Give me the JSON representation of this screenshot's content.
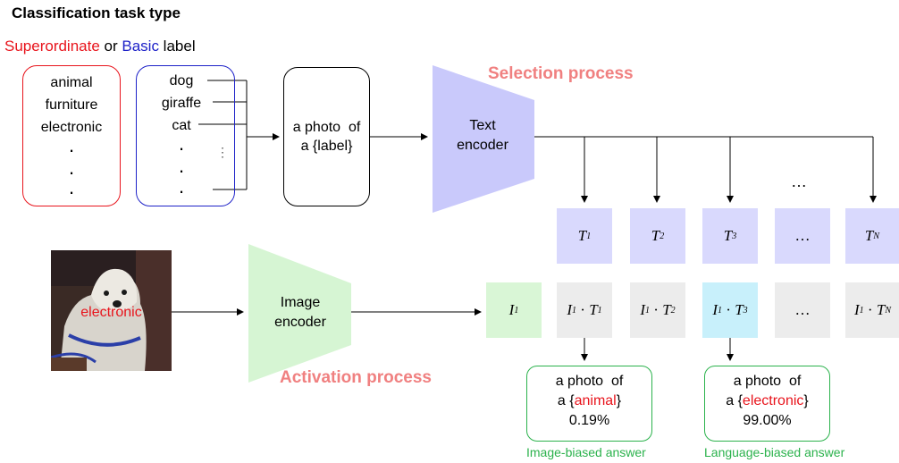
{
  "header": {
    "title": "Classification task type",
    "sub_part1": "Superordinate",
    "sub_or": " or ",
    "sub_part2": "Basic",
    "sub_part3": " label"
  },
  "superordinate_labels": [
    "animal",
    "furniture",
    "electronic"
  ],
  "basic_labels": [
    "dog",
    "giraffe",
    "cat"
  ],
  "ellipsis_dot": "·",
  "vertical_ellipsis": "⋮",
  "prompt": {
    "line1": "a photo  of",
    "line2": "a {label}"
  },
  "processes": {
    "selection": "Selection process",
    "activation": "Activation process"
  },
  "text_encoder": {
    "line1": "Text",
    "line2": "encoder"
  },
  "image_encoder": {
    "line1": "Image",
    "line2": "encoder"
  },
  "image_overlay_label": "electronic",
  "dots": "…",
  "text_tokens": [
    {
      "base": "T",
      "sub": "1"
    },
    {
      "base": "T",
      "sub": "2"
    },
    {
      "base": "T",
      "sub": "3"
    },
    {
      "base": "…",
      "sub": ""
    },
    {
      "base": "T",
      "sub": "N"
    }
  ],
  "image_token": {
    "base": "I",
    "sub": "1"
  },
  "products": [
    {
      "a": "I",
      "as": "1",
      "op": " · ",
      "b": "T",
      "bs": "1"
    },
    {
      "a": "I",
      "as": "1",
      "op": " · ",
      "b": "T",
      "bs": "2"
    },
    {
      "a": "I",
      "as": "1",
      "op": " · ",
      "b": "T",
      "bs": "3"
    },
    {
      "a": "…",
      "as": "",
      "op": "",
      "b": "",
      "bs": ""
    },
    {
      "a": "I",
      "as": "1",
      "op": " · ",
      "b": "T",
      "bs": "N"
    }
  ],
  "answers": [
    {
      "line1": "a photo  of",
      "pre": "a {",
      "label": "animal",
      "post": "}",
      "value": "0.19%",
      "caption": "Image-biased answer"
    },
    {
      "line1": "a photo  of",
      "pre": "a {",
      "label": "electronic",
      "post": "}",
      "value": "99.00%",
      "caption": "Language-biased answer"
    }
  ],
  "colors": {
    "superordinate": "#e8141c",
    "basic": "#1e22c8",
    "text_encoder": "#c9c9fb",
    "image_encoder": "#d6f5d3",
    "process_label": "#f08080",
    "answer_green": "#2bb24c",
    "highlight_cell": "#c8f0fb"
  }
}
